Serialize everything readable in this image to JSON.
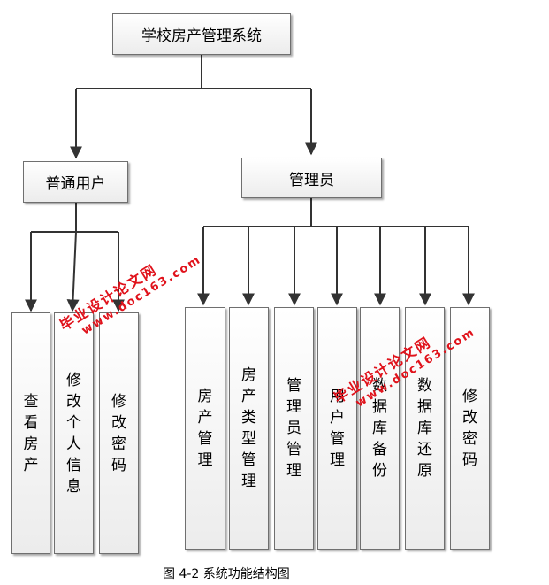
{
  "root": {
    "label": "学校房产管理系统"
  },
  "groups": [
    {
      "label": "普通用户",
      "children": [
        "查看房产",
        "修改个人信息",
        "修改密码"
      ]
    },
    {
      "label": "管理员",
      "children": [
        "房产管理",
        "房产类型管理",
        "管理员管理",
        "用户管理",
        "数据库备份",
        "数据库还原",
        "修改密码"
      ]
    }
  ],
  "caption": "图 4-2 系统功能结构图",
  "watermarks": [
    {
      "line1": "毕业设计论文网",
      "line2": "www.doc163.com"
    },
    {
      "line1": "毕业设计论文网",
      "line2": "www.doc163.com"
    }
  ],
  "colors": {
    "watermark": "#e0121b",
    "box_border": "#6f6f6f",
    "line": "#333333"
  }
}
